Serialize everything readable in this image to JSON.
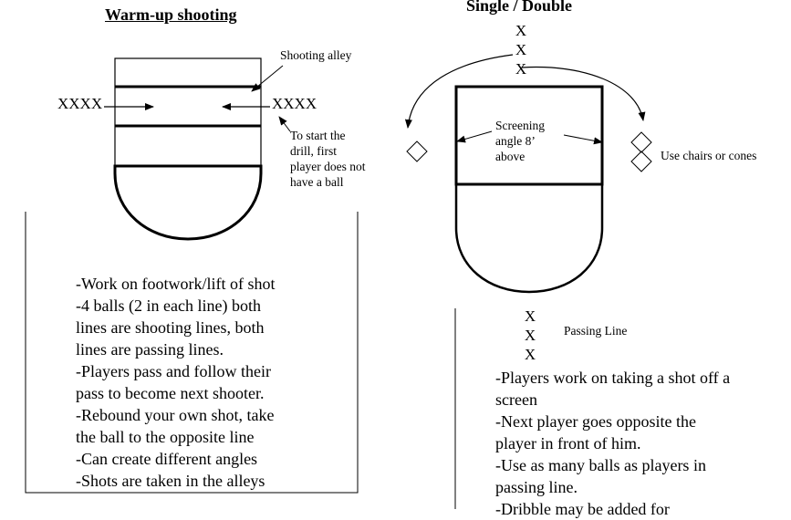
{
  "left": {
    "title": "Warm-up shooting",
    "shooting_alley_label": "Shooting alley",
    "left_line": "XXXX",
    "right_line": "XXXX",
    "start_note": [
      "To start the",
      "drill, first",
      "player does not",
      "have a ball"
    ],
    "notes": [
      "-Work on footwork/lift of shot",
      "-4 balls (2 in each line) both",
      "lines are shooting  lines, both",
      "lines are passing lines.",
      "-Players pass and follow their",
      "pass to become next shooter.",
      "-Rebound your own shot, take",
      "the ball to the opposite line",
      "-Can create different angles",
      "-Shots are taken in the alleys"
    ]
  },
  "right": {
    "title": "Single / Double",
    "top_players": [
      "X",
      "X",
      "X"
    ],
    "screening_note": [
      "Screening",
      "angle 8’",
      "above"
    ],
    "cones_label": "Use chairs or cones",
    "passing_players": [
      "X",
      "X",
      "X"
    ],
    "passing_label": "Passing Line",
    "notes": [
      "-Players work on taking a shot off a",
      "screen",
      "-Next player goes opposite the",
      "player in front of him.",
      "-Use as many balls as players in",
      "passing line.",
      "-Dribble may be added for"
    ]
  }
}
